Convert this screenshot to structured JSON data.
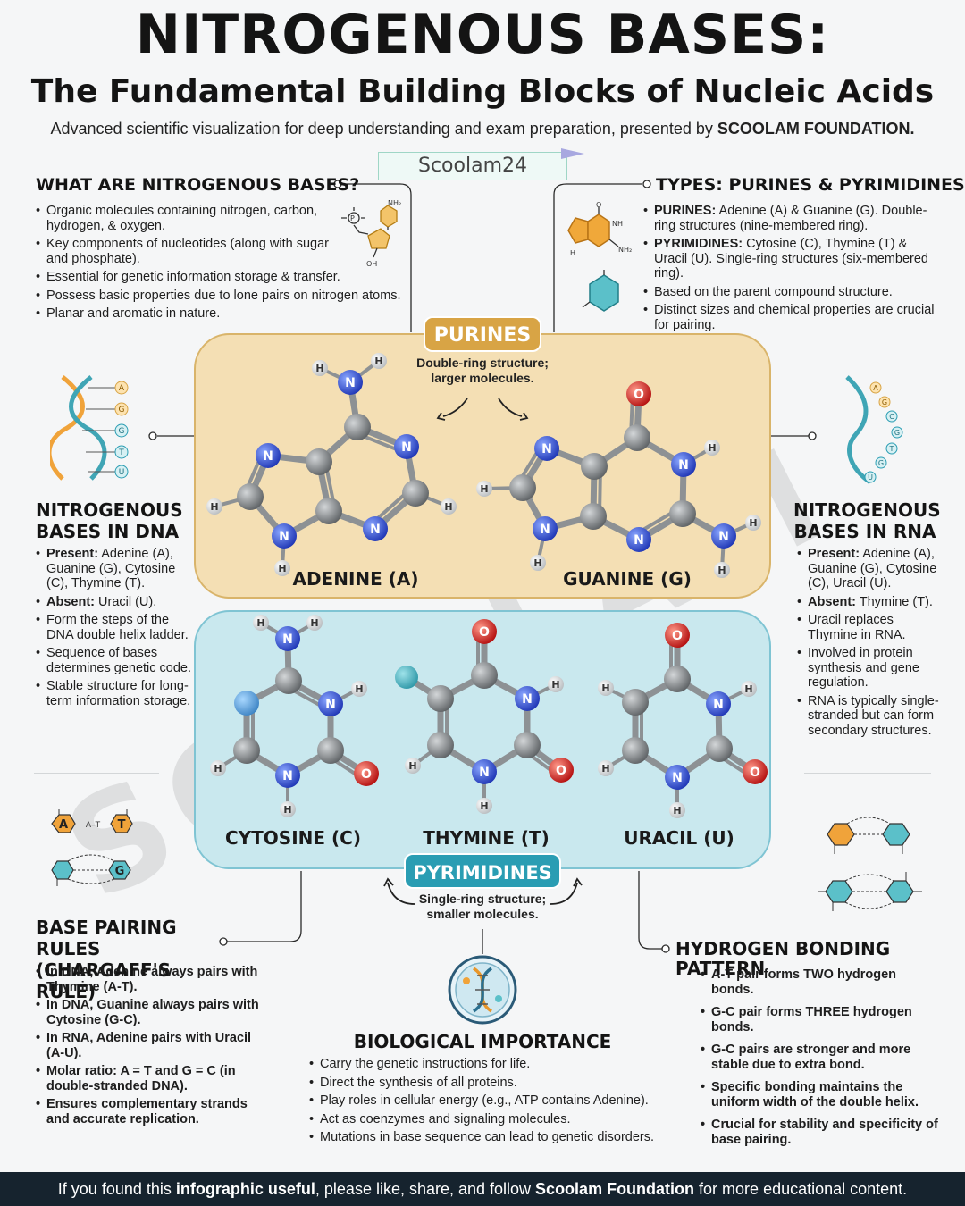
{
  "header": {
    "title": "NITROGENOUS BASES:",
    "subtitle": "The Fundamental Building Blocks of Nucleic Acids",
    "tagline_prefix": "Advanced scientific visualization for deep understanding and exam preparation, presented by ",
    "tagline_brand": "SCOOLAM FOUNDATION.",
    "watermark_tag": "Scoolam24",
    "background_watermark": "SCOOLAM"
  },
  "what_are": {
    "title": "WHAT ARE NITROGENOUS BASES?",
    "items": [
      "Organic molecules containing nitrogen, carbon, hydrogen, & oxygen.",
      "Key components of nucleotides (along with sugar and phosphate).",
      "Essential for genetic information storage & transfer.",
      "Possess basic properties due to lone pairs on nitrogen atoms.",
      "Planar and aromatic in nature."
    ],
    "icon_labels": {
      "nh2": "NH₂",
      "oh": "OH"
    }
  },
  "types": {
    "title": "TYPES: PURINES & PYRIMIDINES",
    "purines_label": "PURINES:",
    "purines_text": "Adenine (A) & Guanine (G). Double-ring structures (nine-membered ring).",
    "pyrimidines_label": "PYRIMIDINES:",
    "pyrimidines_text": "Cytosine (C), Thymine (T) & Uracil (U). Single-ring structures (six-membered ring).",
    "items": [
      "Based on the parent compound structure.",
      "Distinct sizes and chemical properties are crucial for pairing."
    ]
  },
  "dna": {
    "title": "NITROGENOUS BASES IN DNA",
    "present_label": "Present:",
    "present_text": "Adenine (A), Guanine (G), Cytosine (C), Thymine (T).",
    "absent_label": "Absent:",
    "absent_text": "Uracil (U).",
    "items": [
      "Form the steps of the DNA double helix ladder.",
      "Sequence of bases determines genetic code.",
      "Stable structure for long-term information storage."
    ],
    "helix_labels": [
      "A",
      "G",
      "G",
      "T",
      "U"
    ]
  },
  "rna": {
    "title": "NITROGENOUS BASES IN RNA",
    "present_label": "Present:",
    "present_text": "Adenine (A), Guanine (G), Cytosine (C), Uracil (U).",
    "absent_label": "Absent:",
    "absent_text": "Thymine (T).",
    "items": [
      "Uracil replaces Thymine in RNA.",
      "Involved in protein synthesis and gene regulation.",
      "RNA is typically single-stranded but can form secondary structures."
    ],
    "helix_labels": [
      "A",
      "G",
      "C",
      "G",
      "T",
      "G",
      "U"
    ]
  },
  "purines_panel": {
    "label": "PURINES",
    "note": "Double-ring structure; larger molecules.",
    "adenine": "ADENINE (A)",
    "guanine": "GUANINE (G)"
  },
  "pyrimidines_panel": {
    "label": "PYRIMIDINES",
    "note": "Single-ring structure; smaller molecules.",
    "cytosine": "CYTOSINE (C)",
    "thymine": "THYMINE (T)",
    "uracil": "URACIL (U)"
  },
  "atoms": {
    "n": "N",
    "h": "H",
    "o": "O"
  },
  "base_pairing": {
    "title": "BASE PAIRING RULES (CHARGAFF'S RULE)",
    "items": [
      "In DNA, Adenine always pairs with Thymine (A-T).",
      "In DNA, Guanine always pairs with Cytosine (G-C).",
      "In RNA, Adenine pairs with Uracil (A-U).",
      "Molar ratio: A = T and G = C (in double-stranded DNA).",
      "Ensures complementary strands and accurate replication."
    ],
    "icon_labels": {
      "a": "A",
      "t": "T",
      "g": "G",
      "link": "A–T"
    }
  },
  "bio_importance": {
    "title": "BIOLOGICAL IMPORTANCE",
    "items": [
      "Carry the genetic instructions for life.",
      "Direct the synthesis of all proteins.",
      "Play roles in cellular energy (e.g., ATP contains Adenine).",
      "Act as coenzymes and signaling molecules.",
      "Mutations in base sequence can lead to genetic disorders."
    ]
  },
  "hbond": {
    "title": "HYDROGEN BONDING PATTERN",
    "items": [
      "A-T pair forms TWO hydrogen bonds.",
      "G-C pair forms THREE hydrogen bonds.",
      "G-C pairs are stronger and more stable due to extra bond.",
      "Specific bonding maintains the uniform width of the double helix.",
      "Crucial for stability and specificity of base pairing."
    ]
  },
  "footer": {
    "t1": "If you found this ",
    "b1": "infographic useful",
    "t2": ", please like, share, and follow ",
    "b2": "Scoolam Foundation",
    "t3": " for more educational content."
  },
  "colors": {
    "purine_panel": "#f4dfb4",
    "pyrimidine_panel": "#c9e8ee",
    "purine_accent": "#d8a445",
    "pyrimidine_accent": "#2a9db3",
    "nitrogen": "#2f4fd0",
    "oxygen": "#d42525",
    "carbon": "#7f8386",
    "footer": "#16232e"
  }
}
